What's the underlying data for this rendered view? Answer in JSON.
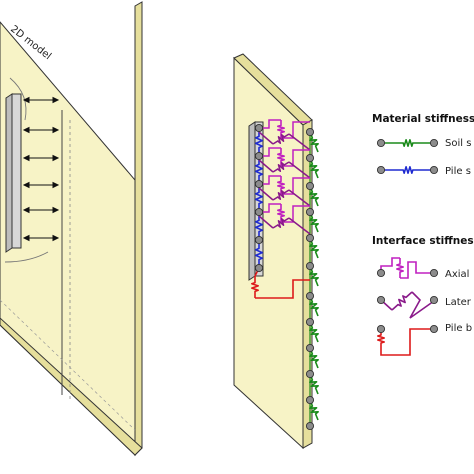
{
  "left_panel": {
    "model_label": "2D model"
  },
  "legend": {
    "material": {
      "title": "Material stiffness",
      "items": [
        {
          "label": "Soil s",
          "color": "#1a8a1a",
          "icon": "spring-icon"
        },
        {
          "label": "Pile s",
          "color": "#1f2bd1",
          "icon": "spring-icon"
        }
      ]
    },
    "interface": {
      "title": "Interface stiffness",
      "items": [
        {
          "label": "Axial",
          "color": "#c020c0",
          "icon": "axial-spring-icon"
        },
        {
          "label": "Later",
          "color": "#8a1a8a",
          "icon": "lateral-spring-icon"
        },
        {
          "label": "Pile b",
          "color": "#dd1a1a",
          "icon": "pile-base-spring-icon"
        }
      ]
    }
  },
  "colors": {
    "slab_face": "#f7f3c6",
    "slab_edge": "#e6df9c",
    "soil": "#1a8a1a",
    "pile": "#1f2bd1",
    "axial": "#c020c0",
    "lateral": "#8a1a8a",
    "base": "#dd1a1a",
    "node": "#8c8c8c"
  }
}
